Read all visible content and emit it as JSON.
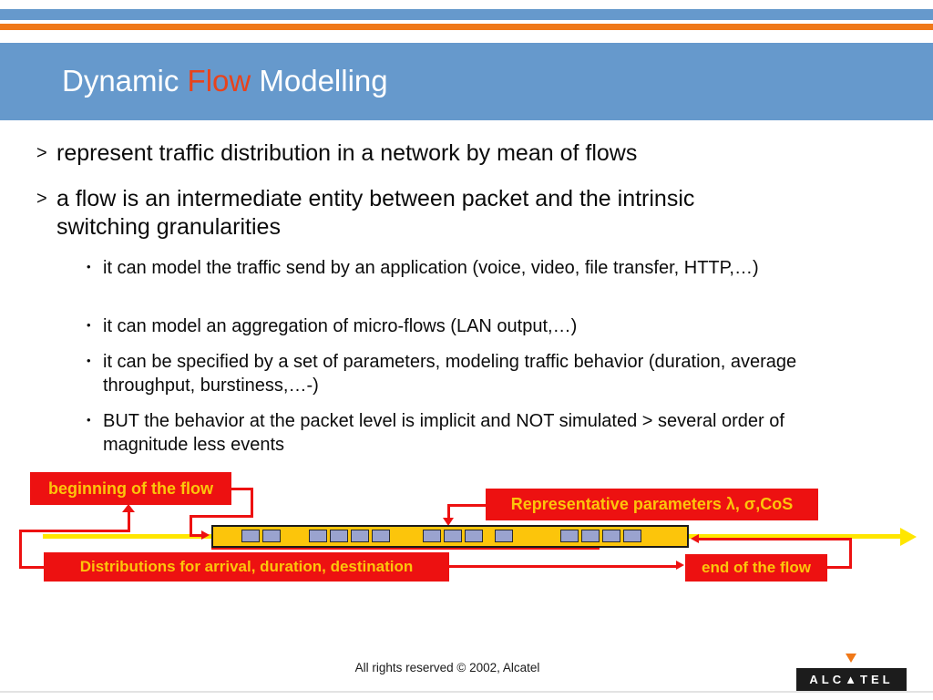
{
  "title": {
    "prefix": "Dynamic ",
    "highlight": "Flow",
    "suffix": " Modelling"
  },
  "bullets": [
    {
      "marker": ">",
      "text": "represent traffic distribution in a network by mean of flows"
    },
    {
      "marker": ">",
      "text": "a flow is an intermediate entity between packet and the intrinsic switching granularities"
    }
  ],
  "sub_bullets": [
    {
      "marker": "•",
      "text": "it can model the traffic send by an application (voice, video, file transfer, HTTP,…)"
    },
    {
      "marker": "•",
      "text": "it can model an aggregation of micro-flows (LAN output,…)"
    },
    {
      "marker": "•",
      "text": "it can be specified by a set of parameters, modeling traffic behavior (duration, average throughput, burstiness,…-)"
    },
    {
      "marker": "•",
      "text": "BUT the behavior at the packet level is implicit and NOT simulated > several order of magnitude less events"
    }
  ],
  "diagram": {
    "labels": {
      "beginning": "beginning of the flow",
      "parameters": "Representative parameters λ, σ,CoS",
      "distributions": "Distributions for arrival, duration, destination",
      "end": "end of the flow"
    },
    "packet_groups": [
      2,
      4,
      3,
      1,
      4
    ]
  },
  "footer": {
    "copyright": "All rights reserved © 2002, Alcatel",
    "logo_text": "ALC▲TEL"
  },
  "colors": {
    "header_blue": "#6699cc",
    "accent_orange": "#f07818",
    "title_highlight_red": "#e8431c",
    "diagram_red": "#ed1111",
    "label_yellow": "#fcc50b",
    "flow_yellow": "#ffe600",
    "packet_blue": "#9aa3cf"
  }
}
